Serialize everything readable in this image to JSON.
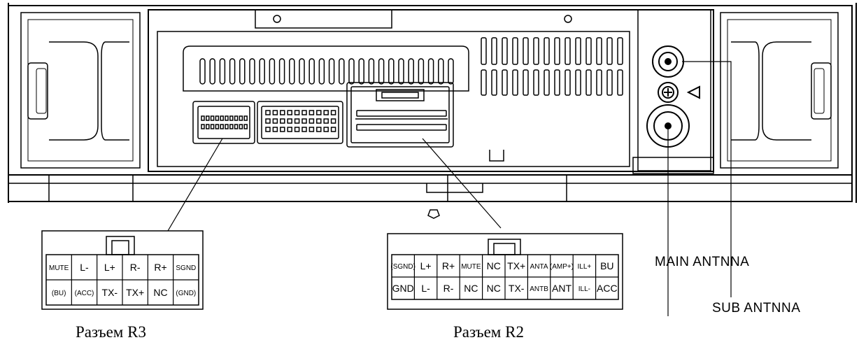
{
  "antennas": {
    "sub": "SUB ANTNNA",
    "main": "MAIN ANTNNA"
  },
  "connector_r3": {
    "caption": "Разъем R3",
    "top_row": [
      "MUTE",
      "L-",
      "L+",
      "R-",
      "R+",
      "SGND"
    ],
    "bottom_row": [
      "(BU)",
      "(ACC)",
      "TX-",
      "TX+",
      "NC",
      "(GND)"
    ]
  },
  "connector_r2": {
    "caption": "Разъем R2",
    "top_row": [
      "(SGND)",
      "L+",
      "R+",
      "MUTE",
      "NC",
      "TX+",
      "ANTA",
      "(AMP+)",
      "ILL+",
      "BU"
    ],
    "bottom_row": [
      "GND",
      "L-",
      "R-",
      "NC",
      "NC",
      "TX-",
      "ANTB",
      "ANT",
      "ILL-",
      "ACC"
    ]
  }
}
